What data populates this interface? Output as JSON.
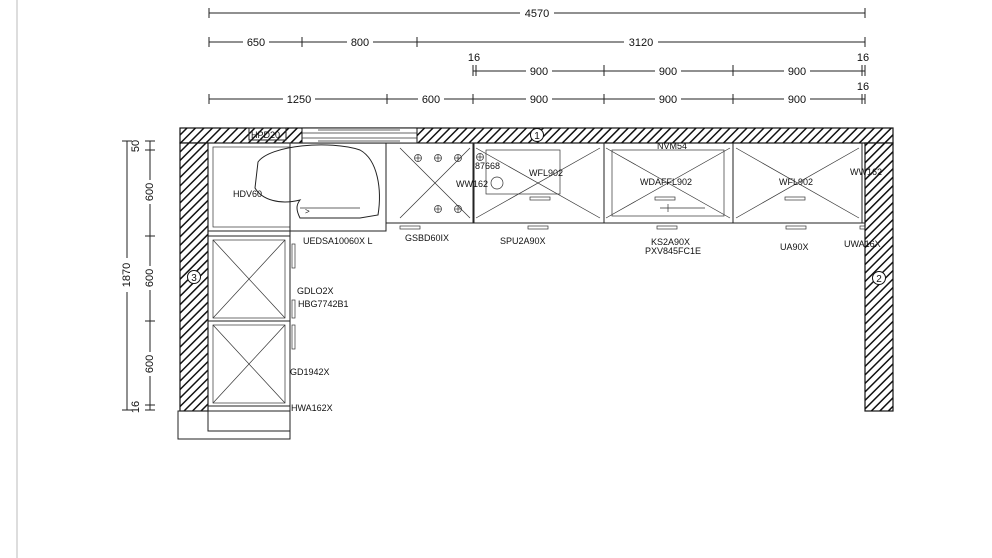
{
  "dimensions": {
    "row1": [
      "4570"
    ],
    "row2": [
      "650",
      "800",
      "3120"
    ],
    "row3": [
      "16",
      "900",
      "900",
      "900",
      "16"
    ],
    "row4": [
      "1250",
      "600",
      "900",
      "900",
      "900",
      "16"
    ],
    "vertical": [
      "50",
      "600",
      "600",
      "600",
      "16"
    ],
    "vertical_total": "1870"
  },
  "walls": [
    "1",
    "2",
    "3"
  ],
  "units": {
    "hpd": "HPD20",
    "hdv": "HDV60",
    "uedsa": "UEDSA10060X L",
    "gsbd": "GSBD60IX",
    "spu": "SPU2A90X",
    "nvm": "NVM54",
    "code87668": "87668",
    "ww_left": "WW162",
    "wfl_left": "WFL902",
    "wdaffl": "WDAFFL902",
    "wfl_right": "WFL902",
    "ww_right": "WW162",
    "ks": "KS2A90X",
    "pxv": "PXV845FC1E",
    "ua": "UA90X",
    "uwa": "UWA16X",
    "gdlo": "GDLO2X",
    "hbg": "HBG7742B1",
    "gd": "GD1942X",
    "hwa": "HWA162X"
  }
}
